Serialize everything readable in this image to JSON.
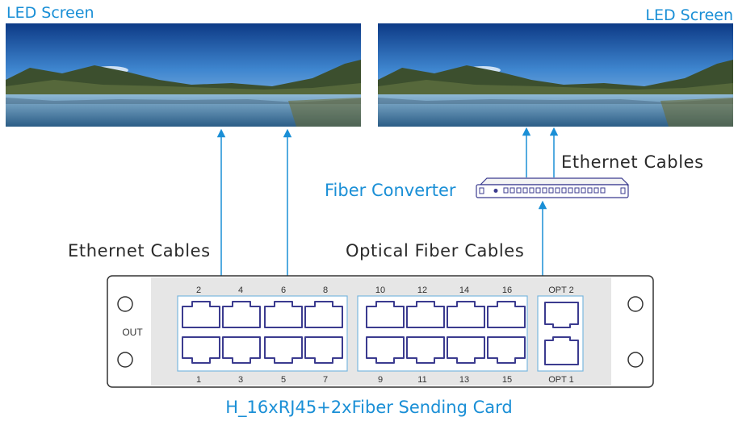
{
  "labels": {
    "led_screen_left": "LED Screen",
    "led_screen_right": "LED Screen",
    "ethernet_cables_right": "Ethernet Cables",
    "fiber_converter": "Fiber Converter",
    "ethernet_cables_left": "Ethernet Cables",
    "optical_fiber_cables": "Optical Fiber Cables",
    "out": "OUT",
    "opt1": "OPT 1",
    "opt2": "OPT 2",
    "card_title": "H_16xRJ45+2xFiber Sending Card"
  },
  "ports": {
    "top_numbers": [
      "2",
      "4",
      "6",
      "8",
      "10",
      "12",
      "14",
      "16"
    ],
    "bottom_numbers": [
      "1",
      "3",
      "5",
      "7",
      "9",
      "11",
      "13",
      "15"
    ]
  },
  "colors": {
    "accent_blue": "#1a8fd6",
    "port_purple": "#3b3b8f",
    "panel_gray": "#e6e6e6"
  }
}
